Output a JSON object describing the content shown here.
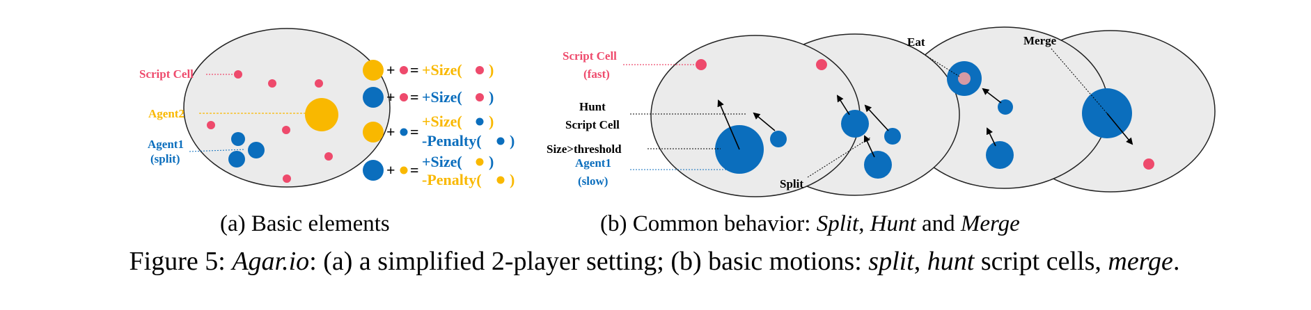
{
  "colors": {
    "pink": "#ee4a6c",
    "yellow": "#f9b800",
    "blue": "#0b6ebd",
    "arena_fill": "#ebebeb",
    "arena_stroke": "#222222",
    "eaten_cell": "#d59aa4"
  },
  "panel_a": {
    "labels": {
      "script_cell": "Script Cell",
      "agent2": "Agent2",
      "agent1": "Agent1",
      "agent1_note": "(split)"
    },
    "formulas": [
      {
        "left_cell": "yellow",
        "plus": "+",
        "right_cell": "pink",
        "eq": "=",
        "line1": "+Size(",
        "line1_cell": "pink",
        "line1_end": ")",
        "color": "yellow"
      },
      {
        "left_cell": "blue",
        "plus": "+",
        "right_cell": "pink",
        "eq": "=",
        "line1": "+Size(",
        "line1_cell": "pink",
        "line1_end": ")",
        "color": "blue"
      },
      {
        "left_cell": "yellow",
        "plus": "+",
        "right_cell": "blue",
        "eq": "=",
        "line1": "+Size(",
        "line1_cell": "blue",
        "line1_end": ")",
        "line2": "-Penalty(",
        "line2_cell": "blue",
        "line2_end": ")",
        "color": "yellow",
        "line2_color": "blue"
      },
      {
        "left_cell": "blue",
        "plus": "+",
        "right_cell": "yellow",
        "eq": "=",
        "line1": "+Size(",
        "line1_cell": "yellow",
        "line1_end": ")",
        "line2": "-Penalty(",
        "line2_cell": "yellow",
        "line2_end": ")",
        "color": "blue",
        "line2_color": "yellow"
      }
    ],
    "caption": "(a)  Basic elements"
  },
  "panel_b": {
    "labels": {
      "script_cell": "Script Cell",
      "script_cell_note": "(fast)",
      "hunt": "Hunt",
      "hunt_target": "Script Cell",
      "size_threshold": "Size>threshold",
      "agent1": "Agent1",
      "agent1_note": "(slow)",
      "split": "Split",
      "eat": "Eat",
      "merge": "Merge"
    },
    "caption_prefix": "(b)  Common behavior: ",
    "caption_split": "Split",
    "caption_sep1": ", ",
    "caption_hunt": "Hunt",
    "caption_sep2": " and ",
    "caption_merge": "Merge"
  },
  "figure_caption": {
    "prefix": "Figure 5: ",
    "game": "Agar.io",
    "part1": ": (a) a simplified 2-player setting; (b) basic motions: ",
    "split": "split",
    "sep1": ", ",
    "hunt": "hunt",
    "part2": " script cells, ",
    "merge": "merge",
    "end": "."
  }
}
